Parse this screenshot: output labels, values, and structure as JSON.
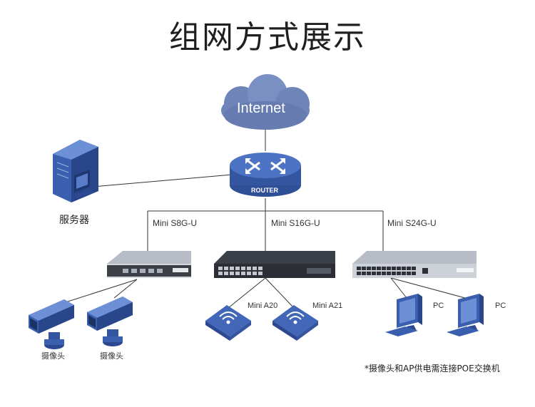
{
  "title": "组网方式展示",
  "nodes": {
    "internet": {
      "label": "Internet"
    },
    "router": {
      "label": "ROUTER"
    },
    "server": {
      "label": "服务器"
    },
    "switch_s8g": {
      "label": "Mini S8G-U"
    },
    "switch_s16g": {
      "label": "Mini S16G-U"
    },
    "switch_s24g": {
      "label": "Mini S24G-U"
    },
    "ap_a20": {
      "label": "Mini A20"
    },
    "ap_a21": {
      "label": "Mini A21"
    },
    "camera_1": {
      "label": "摄像头"
    },
    "camera_2": {
      "label": "摄像头"
    },
    "pc_1": {
      "label": "PC"
    },
    "pc_2": {
      "label": "PC"
    }
  },
  "footnote": "*摄像头和AP供电需连接POE交换机",
  "colors": {
    "cloud": "#6f84b8",
    "router": "#3f63b3",
    "device_blue": "#3a5fae",
    "switch_body": "#c8ccd3",
    "line": "#333333"
  }
}
